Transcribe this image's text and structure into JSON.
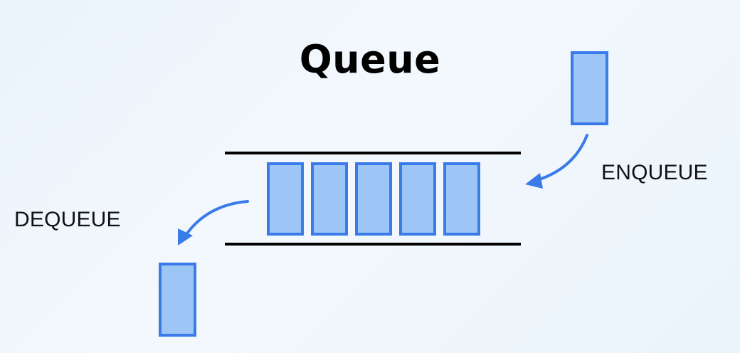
{
  "title": "Queue",
  "labels": {
    "enqueue": "ENQUEUE",
    "dequeue": "DEQUEUE"
  },
  "queue": {
    "item_count": 5
  },
  "colors": {
    "block_fill": "#9dc6f7",
    "block_stroke": "#3a7bea",
    "arrow": "#3a7bea",
    "rail": "#000000"
  }
}
